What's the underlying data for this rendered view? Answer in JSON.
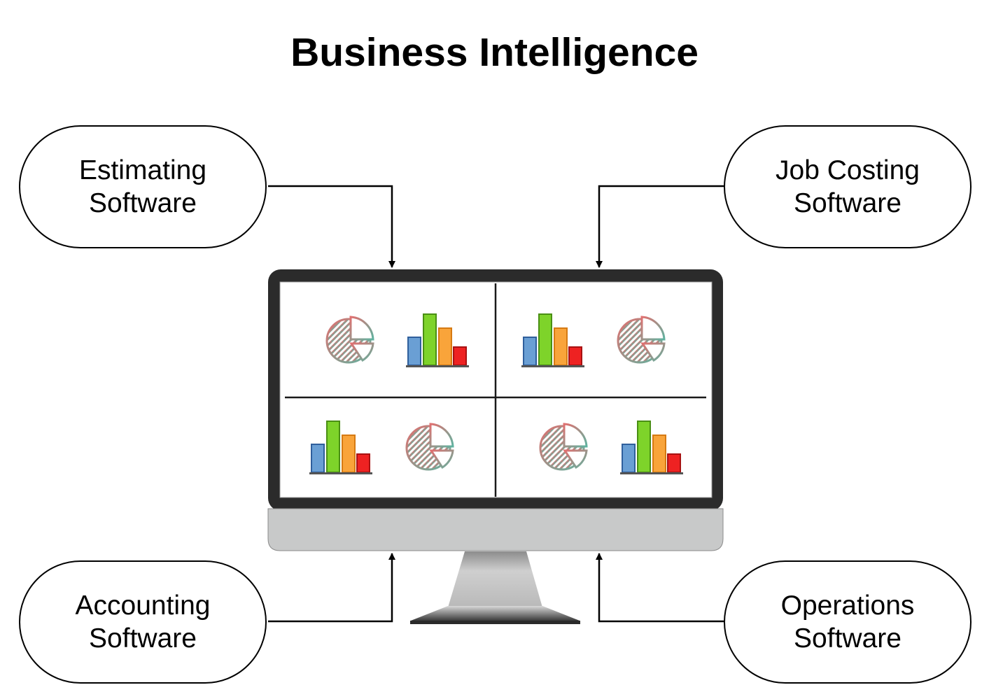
{
  "title": "Business Intelligence",
  "sources": [
    {
      "line1": "Estimating",
      "line2": "Software"
    },
    {
      "line1": "Job Costing",
      "line2": "Software"
    },
    {
      "line1": "Accounting",
      "line2": "Software"
    },
    {
      "line1": "Operations",
      "line2": "Software"
    }
  ],
  "monitor": {
    "frame_color": "#2b2b2b",
    "chin_color": "#c8c9c9",
    "panels": [
      {
        "icons": [
          "pie-chart-icon",
          "bar-chart-icon"
        ]
      },
      {
        "icons": [
          "bar-chart-icon",
          "pie-chart-icon"
        ]
      },
      {
        "icons": [
          "bar-chart-icon",
          "pie-chart-icon"
        ]
      },
      {
        "icons": [
          "pie-chart-icon",
          "bar-chart-icon"
        ]
      }
    ]
  },
  "colors": {
    "bar_blue": "#6a9fd4",
    "bar_green": "#7ed32a",
    "bar_orange": "#f9a43a",
    "bar_red": "#ee2222",
    "pie_red": "#d96b6b",
    "pie_teal": "#6fb0a0"
  }
}
